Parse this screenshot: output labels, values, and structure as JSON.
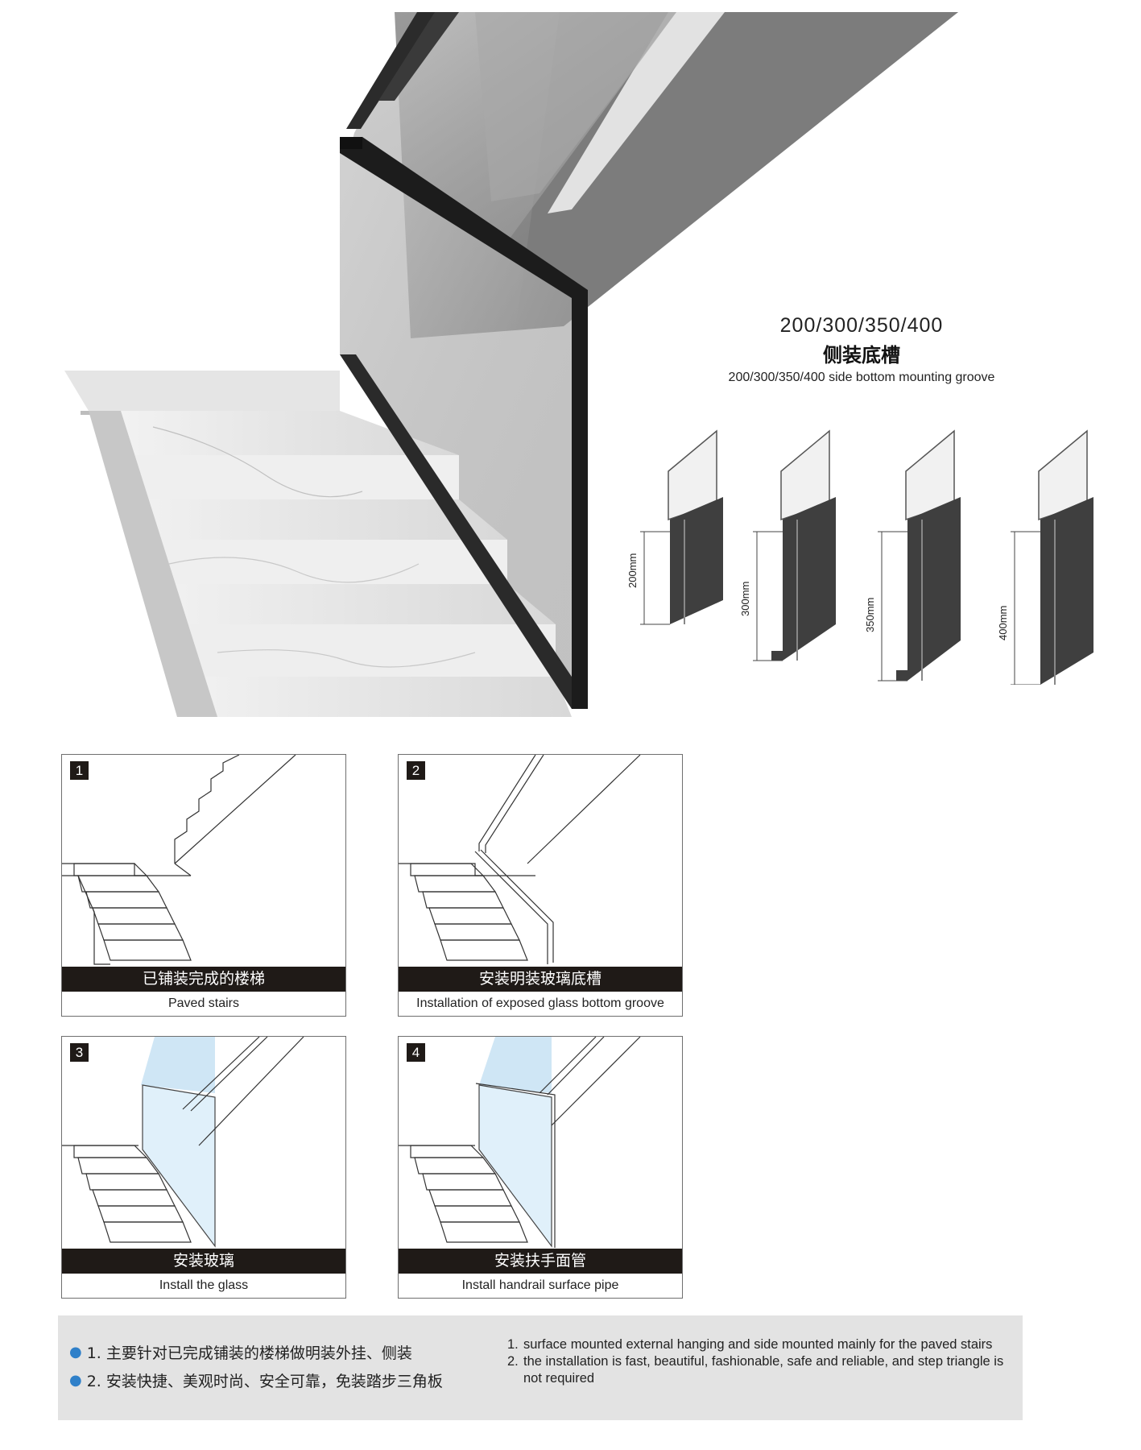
{
  "groove": {
    "sizes_title": "200/300/350/400",
    "cn_title": "侧装底槽",
    "en_title": "200/300/350/400 side bottom mounting groove",
    "dimensions": [
      "200mm",
      "300mm",
      "350mm",
      "400mm"
    ]
  },
  "steps": [
    {
      "number": "1",
      "cn": "已铺装完成的楼梯",
      "en": "Paved stairs"
    },
    {
      "number": "2",
      "cn": "安装明装玻璃底槽",
      "en": "Installation of exposed glass bottom groove"
    },
    {
      "number": "3",
      "cn": "安装玻璃",
      "en": "Install the glass"
    },
    {
      "number": "4",
      "cn": "安装扶手面管",
      "en": "Install handrail surface pipe"
    }
  ],
  "notes": {
    "cn": [
      "1. 主要针对已完成铺装的楼梯做明装外挂、侧装",
      "2. 安装快捷、美观时尚、安全可靠，免装踏步三角板"
    ],
    "en": [
      {
        "n": "1.",
        "text": "surface mounted external hanging and side mounted mainly for the paved stairs"
      },
      {
        "n": "2.",
        "text": "the installation is fast, beautiful, fashionable, safe and reliable, and step triangle is not required"
      }
    ]
  },
  "colors": {
    "dark": "#1f1a17",
    "profile": "#3f3f3f",
    "bullet": "#2f80c9",
    "notes_bg": "#e3e3e3"
  }
}
